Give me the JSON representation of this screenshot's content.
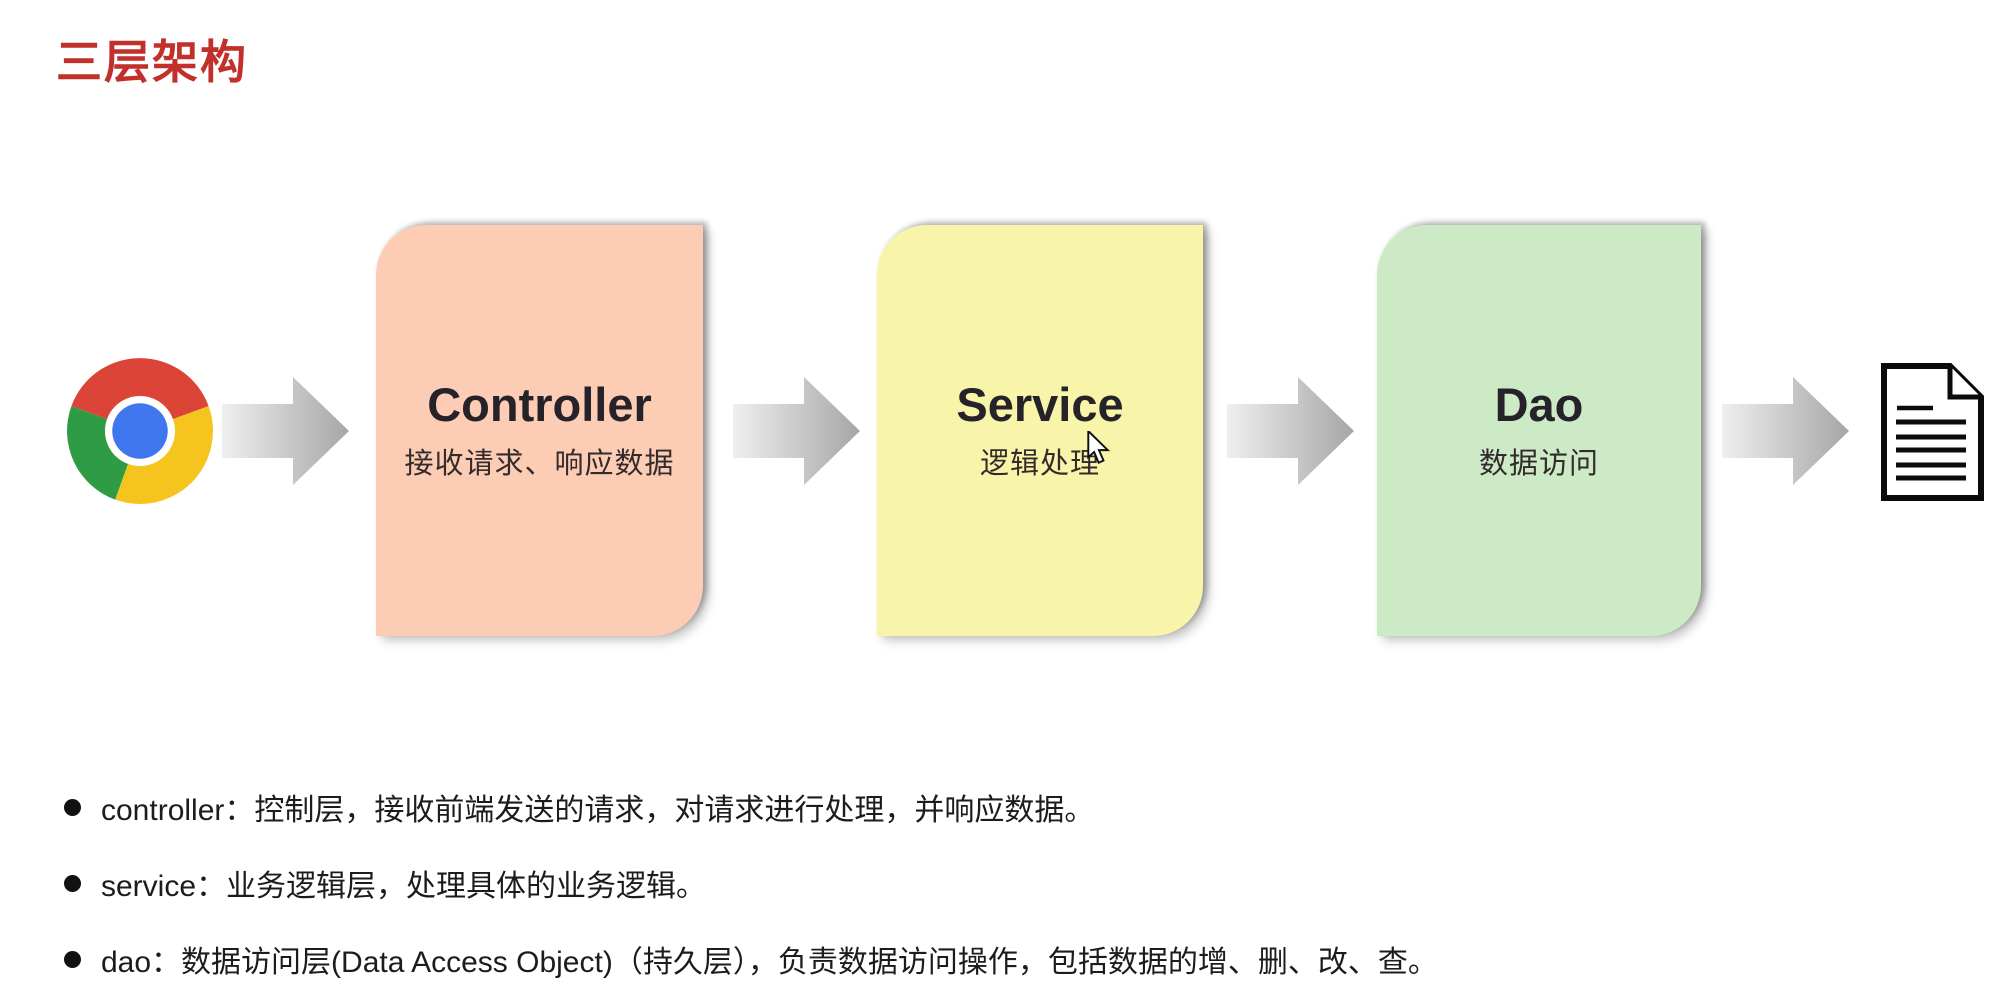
{
  "title": {
    "text": "三层架构",
    "color": "#c1302a"
  },
  "flow": {
    "source_icon": "chrome-browser",
    "target_icon": "document-file",
    "boxes": [
      {
        "id": "controller",
        "label": "Controller",
        "sublabel": "接收请求、响应数据",
        "color": "#fccdb4"
      },
      {
        "id": "service",
        "label": "Service",
        "sublabel": "逻辑处理",
        "color": "#f8f5aa"
      },
      {
        "id": "dao",
        "label": "Dao",
        "sublabel": "数据访问",
        "color": "#cdeac6"
      }
    ],
    "arrow": {
      "color_start": "#ededed",
      "color_end": "#a6a6a6"
    },
    "chrome_colors": {
      "red": "#db4437",
      "yellow": "#f6c41f",
      "green": "#2f9b44",
      "blue": "#4077ee",
      "ring": "#ffffff"
    }
  },
  "bullets": [
    {
      "text": "controller：控制层，接收前端发送的请求，对请求进行处理，并响应数据。"
    },
    {
      "text": "service：业务逻辑层，处理具体的业务逻辑。"
    },
    {
      "text": "dao：数据访问层(Data Access Object)（持久层），负责数据访问操作，包括数据的增、删、改、查。"
    }
  ],
  "cursor": {
    "type": "arrow-pointer"
  }
}
